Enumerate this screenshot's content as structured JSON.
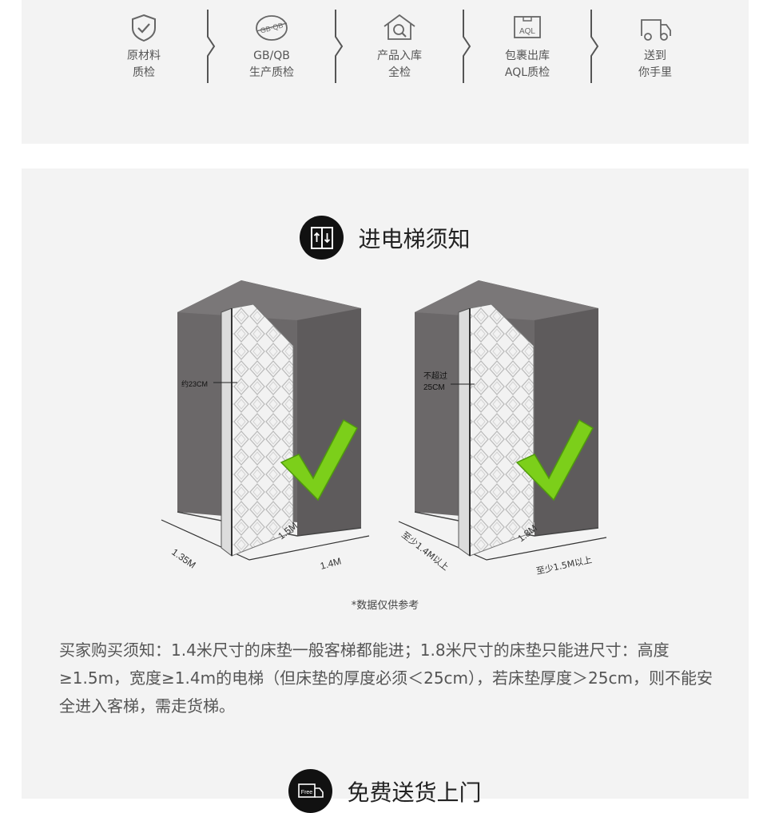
{
  "qc_steps": [
    {
      "icon": "shield-check-icon",
      "line1": "原材料",
      "line2": "质检"
    },
    {
      "icon": "gb-qb-stamp-icon",
      "line1": "GB/QB",
      "line2": "生产质检",
      "stamp_text": "GB·QB"
    },
    {
      "icon": "warehouse-search-icon",
      "line1": "产品入库",
      "line2": "全检"
    },
    {
      "icon": "aql-box-icon",
      "line1": "包裹出库",
      "line2": "AQL质检",
      "box_text": "AQL"
    },
    {
      "icon": "delivery-truck-icon",
      "line1": "送到",
      "line2": "你手里"
    }
  ],
  "elevator_section": {
    "title": "进电梯须知",
    "left_figure": {
      "thickness_label": "约23CM",
      "depth_label": "1.35M",
      "mattress_width_label": "1.5M",
      "width_label": "1.4M"
    },
    "right_figure": {
      "thickness_label_line1": "不超过",
      "thickness_label_line2": "25CM",
      "depth_label": "至少1.4M以上",
      "mattress_width_label": "1.8M",
      "width_label": "至少1.5M以上"
    },
    "note": "*数据仅供参考",
    "description": "买家购买须知：1.4米尺寸的床垫一般客梯都能进；1.8米尺寸的床垫只能进尺寸：高度≥1.5m，宽度≥1.4m的电梯（但床垫的厚度必须＜25cm），若床垫厚度＞25cm，则不能安全进入客梯，需走货梯。"
  },
  "delivery_section": {
    "title": "免费送货上门",
    "badge_text": "Free"
  },
  "colors": {
    "panel_bg": "#f3f3f3",
    "elevator_gray": "#6b6869",
    "check_green": "#7ccf1a",
    "badge_black": "#111111"
  }
}
